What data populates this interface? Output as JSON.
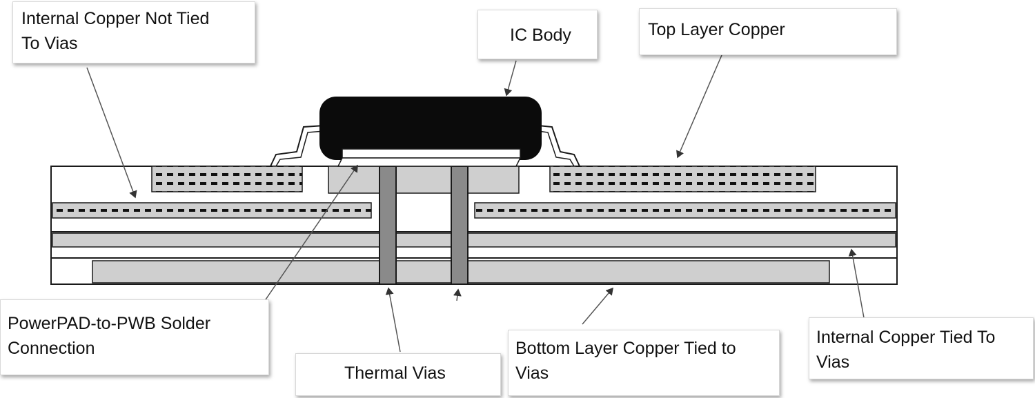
{
  "labels": {
    "internal_not_tied": [
      "Internal Copper Not Tied",
      "To Vias"
    ],
    "ic_body": [
      "IC Body"
    ],
    "top_copper": [
      "Top Layer Copper"
    ],
    "solder_connection": [
      "PowerPAD-to-PWB Solder",
      "Connection"
    ],
    "thermal_vias": [
      "Thermal Vias"
    ],
    "bottom_copper": [
      "Bottom Layer Copper Tied to",
      "Vias"
    ],
    "internal_tied": [
      "Internal Copper Tied To",
      "Vias"
    ]
  },
  "colors": {
    "outline": "#1a1a1a",
    "copper_plane": "#cfcfcf",
    "via": "#8a8a8a",
    "ic_body": "#0b0b0b",
    "dashed_copper": "#cfcfcf",
    "arrow": "#555555"
  }
}
